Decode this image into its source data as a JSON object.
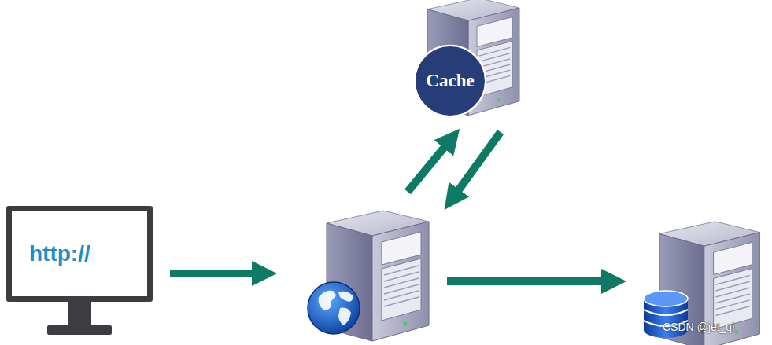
{
  "diagram": {
    "nodes": [
      {
        "text": [
          "http://"
        ]
      },
      {
        "text": [
          "Cache"
        ]
      }
    ],
    "labels": [
      "CSDN @jet_qi"
    ]
  }
}
